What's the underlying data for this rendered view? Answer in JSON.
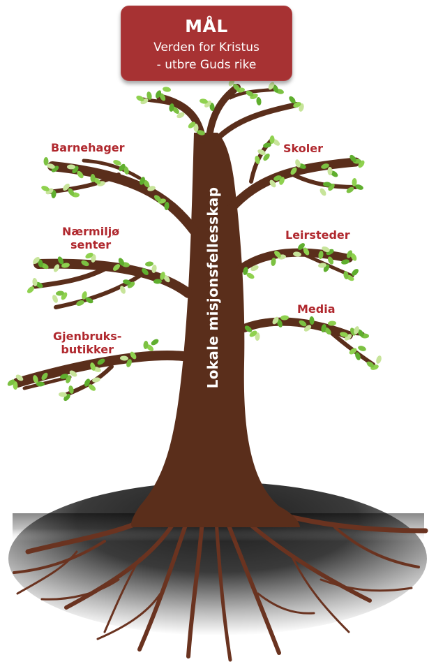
{
  "goal": {
    "title": "MÅL",
    "line1": "Verden for Kristus",
    "line2": "- utbre Guds rike"
  },
  "trunk_label": "Lokale misjonsfellesskap",
  "branches": {
    "left": [
      {
        "label": "Barnehager"
      },
      {
        "label": "Nærmiljø\nsenter"
      },
      {
        "label": "Gjenbruks-\nbutikker"
      }
    ],
    "right": [
      {
        "label": "Skoler"
      },
      {
        "label": "Leirsteder"
      },
      {
        "label": "Media"
      }
    ]
  },
  "colors": {
    "goal_box": "#a73233",
    "label_red": "#b0282e",
    "trunk_brown": "#5a2e1b",
    "leaf_green": "#7cc142",
    "leaf_light": "#c7e49a"
  }
}
